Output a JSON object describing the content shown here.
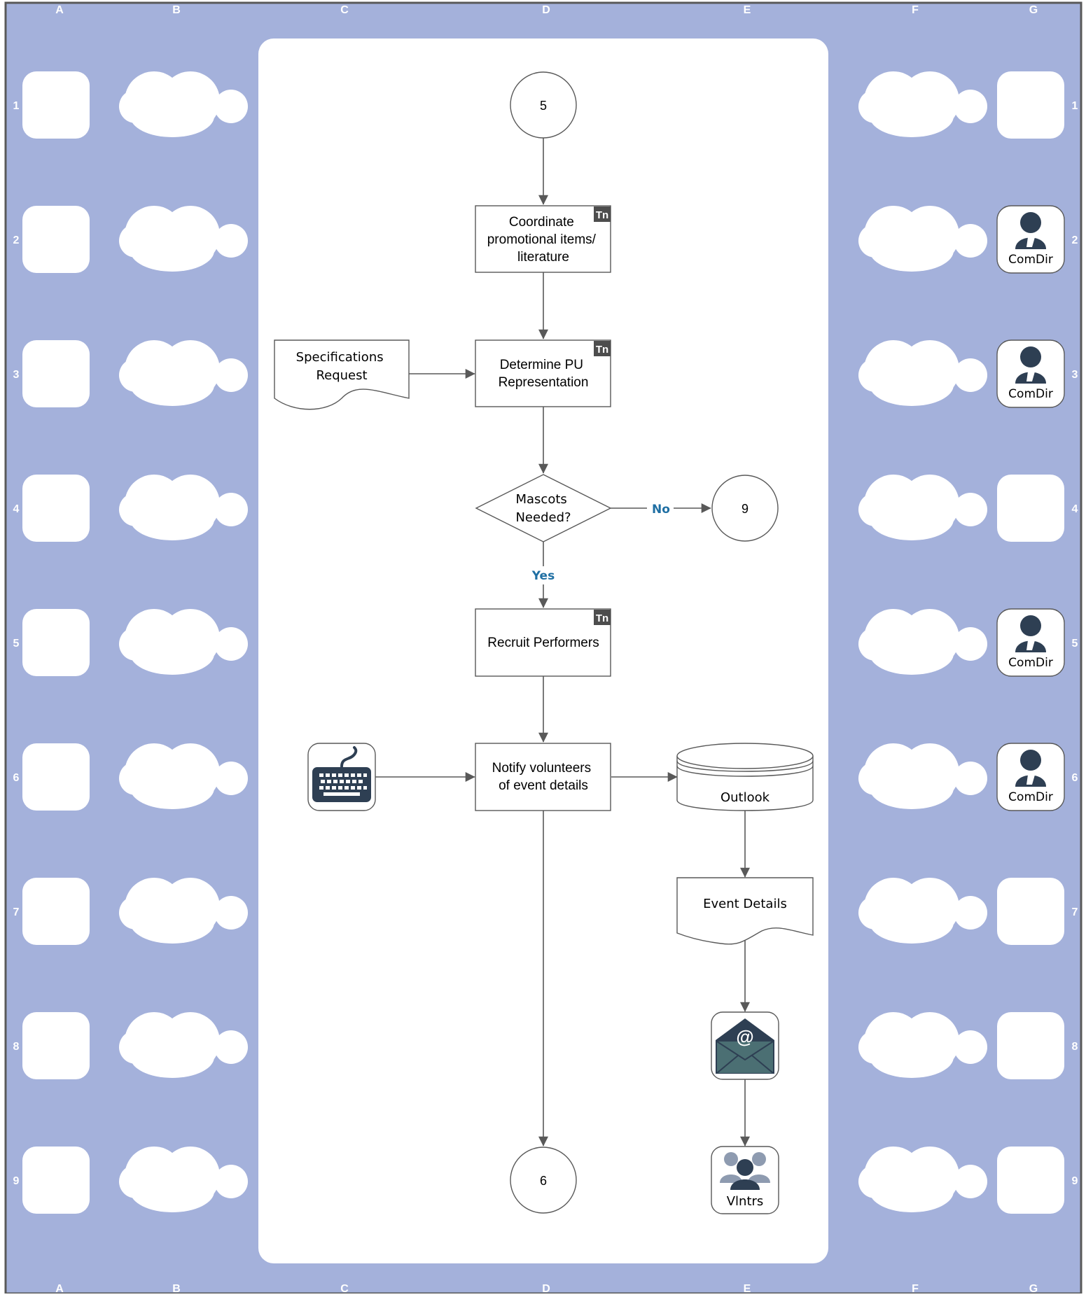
{
  "grid": {
    "columns": [
      "A",
      "B",
      "C",
      "D",
      "E",
      "F",
      "G"
    ],
    "rows": [
      "1",
      "2",
      "3",
      "4",
      "5",
      "6",
      "7",
      "8",
      "9"
    ]
  },
  "colors": {
    "background": "#a4b1db",
    "canvas": "#ffffff",
    "stroke": "#595959",
    "connector_label": "#1f6fa3",
    "badge": "#4d4d4d",
    "icon_dark": "#2e3f53",
    "icon_envelope": "#4b6f73"
  },
  "nodes": {
    "connector_top": "5",
    "task1": {
      "lines": [
        "Coordinate",
        "promotional items/",
        "literature"
      ],
      "badge": "Tn"
    },
    "doc_spec": {
      "lines": [
        "Specifications",
        "Request"
      ]
    },
    "task2": {
      "lines": [
        "Determine PU",
        "Representation"
      ],
      "badge": "Tn"
    },
    "decision": {
      "lines": [
        "Mascots",
        "Needed?"
      ]
    },
    "connector_no": "9",
    "task3": {
      "lines": [
        "Recruit Performers"
      ],
      "badge": "Tn"
    },
    "keyboard": {
      "icon": "keyboard-icon"
    },
    "task4": {
      "lines": [
        "Notify volunteers",
        "of event details"
      ]
    },
    "database": {
      "label": "Outlook"
    },
    "doc_event": {
      "label": "Event Details"
    },
    "email": {
      "icon": "email-icon"
    },
    "volunteers": {
      "icon": "group-icon",
      "label": "Vlntrs"
    },
    "connector_bottom": "6"
  },
  "edge_labels": {
    "no": "No",
    "yes": "Yes"
  },
  "roles": [
    {
      "row": "2",
      "label": "ComDir",
      "icon": "person-icon"
    },
    {
      "row": "3",
      "label": "ComDir",
      "icon": "person-icon"
    },
    {
      "row": "5",
      "label": "ComDir",
      "icon": "person-icon"
    },
    {
      "row": "6",
      "label": "ComDir",
      "icon": "person-icon"
    }
  ]
}
